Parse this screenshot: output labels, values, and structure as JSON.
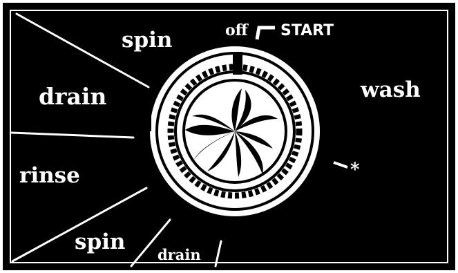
{
  "panel": {
    "colors": {
      "background": "#000000",
      "foreground": "#ffffff",
      "border": "#000000"
    }
  },
  "labels": {
    "spin_top": "spin",
    "off": "off",
    "start": "START",
    "wash": "wash",
    "drain_left": "drain",
    "rinse": "rinse",
    "spin_bottom": "spin",
    "drain_bottom": "drain",
    "marker": "*"
  },
  "dial": {
    "icon": "wash-cycle-dial-knob",
    "pointer_icon": "dial-pointer-tick"
  }
}
